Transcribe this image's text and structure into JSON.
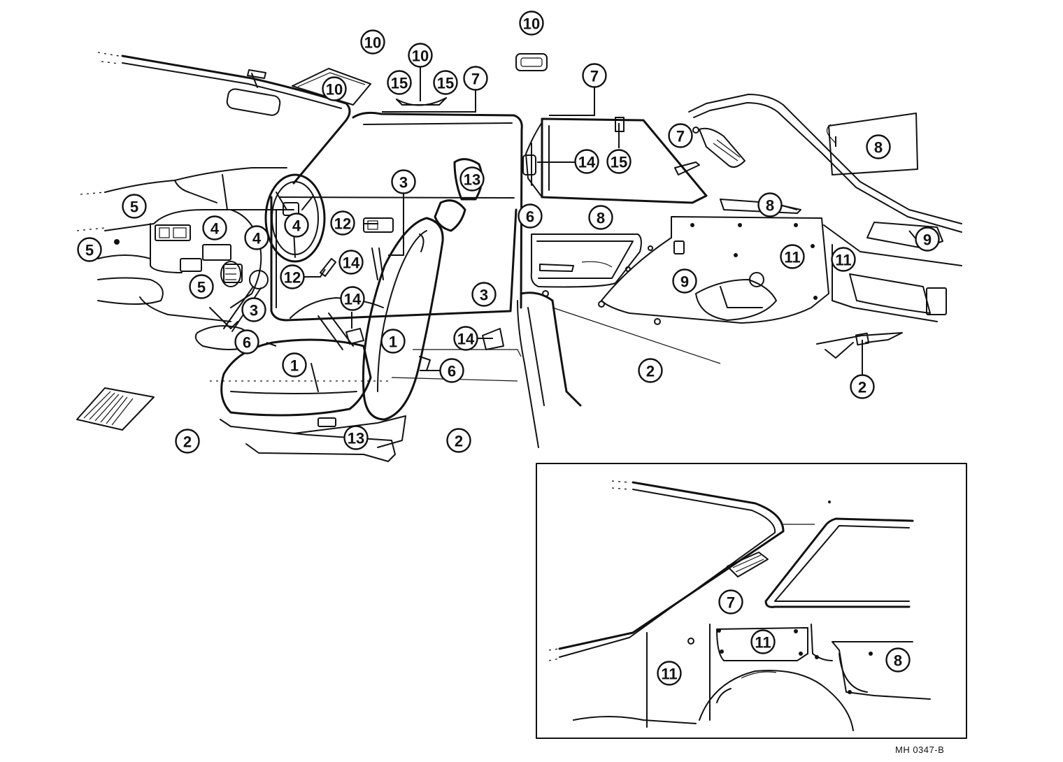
{
  "figure_code": "MH 0347-B",
  "callouts": [
    {
      "id": "callout-10-headliner",
      "label": "10"
    },
    {
      "id": "callout-10-room-lamp",
      "label": "10"
    },
    {
      "id": "callout-10-top",
      "label": "10"
    },
    {
      "id": "callout-10-visor",
      "label": "10"
    },
    {
      "id": "callout-15-left",
      "label": "15"
    },
    {
      "id": "callout-15-right",
      "label": "15"
    },
    {
      "id": "callout-7-front-door",
      "label": "7"
    },
    {
      "id": "callout-7-rear-door",
      "label": "7"
    },
    {
      "id": "callout-7-quarter",
      "label": "7"
    },
    {
      "id": "callout-8-quarter-top",
      "label": "8"
    },
    {
      "id": "callout-14-rear-belt",
      "label": "14"
    },
    {
      "id": "callout-15-rear",
      "label": "15"
    },
    {
      "id": "callout-13-headrest",
      "label": "13"
    },
    {
      "id": "callout-3-pillar",
      "label": "3"
    },
    {
      "id": "callout-5-dash-top",
      "label": "5"
    },
    {
      "id": "callout-5-dash-left",
      "label": "5"
    },
    {
      "id": "callout-5-dash-lower",
      "label": "5"
    },
    {
      "id": "callout-4-switch",
      "label": "4"
    },
    {
      "id": "callout-4-column",
      "label": "4"
    },
    {
      "id": "callout-4-wheel",
      "label": "4"
    },
    {
      "id": "callout-12-handle",
      "label": "12"
    },
    {
      "id": "callout-12-lever",
      "label": "12"
    },
    {
      "id": "callout-14-anchor",
      "label": "14"
    },
    {
      "id": "callout-6-pillar",
      "label": "6"
    },
    {
      "id": "callout-8-rear-door",
      "label": "8"
    },
    {
      "id": "callout-8-quarter-trim",
      "label": "8"
    },
    {
      "id": "callout-9-side",
      "label": "9"
    },
    {
      "id": "callout-11-quarter",
      "label": "11"
    },
    {
      "id": "callout-11-package",
      "label": "11"
    },
    {
      "id": "callout-3-shift",
      "label": "3"
    },
    {
      "id": "callout-14-buckle",
      "label": "14"
    },
    {
      "id": "callout-3-door",
      "label": "3"
    },
    {
      "id": "callout-9-wheelhouse",
      "label": "9"
    },
    {
      "id": "callout-6-console",
      "label": "6"
    },
    {
      "id": "callout-1-cushion",
      "label": "1"
    },
    {
      "id": "callout-1-back",
      "label": "1"
    },
    {
      "id": "callout-14-floor",
      "label": "14"
    },
    {
      "id": "callout-6-seat",
      "label": "6"
    },
    {
      "id": "callout-2-floor-rear",
      "label": "2"
    },
    {
      "id": "callout-2-belt",
      "label": "2"
    },
    {
      "id": "callout-2-floor-left",
      "label": "2"
    },
    {
      "id": "callout-13-adjuster",
      "label": "13"
    },
    {
      "id": "callout-2-floor-mid",
      "label": "2"
    },
    {
      "id": "callout-7-inset",
      "label": "7"
    },
    {
      "id": "callout-11-inset-upper",
      "label": "11"
    },
    {
      "id": "callout-11-inset-left",
      "label": "11"
    },
    {
      "id": "callout-8-inset",
      "label": "8"
    }
  ]
}
